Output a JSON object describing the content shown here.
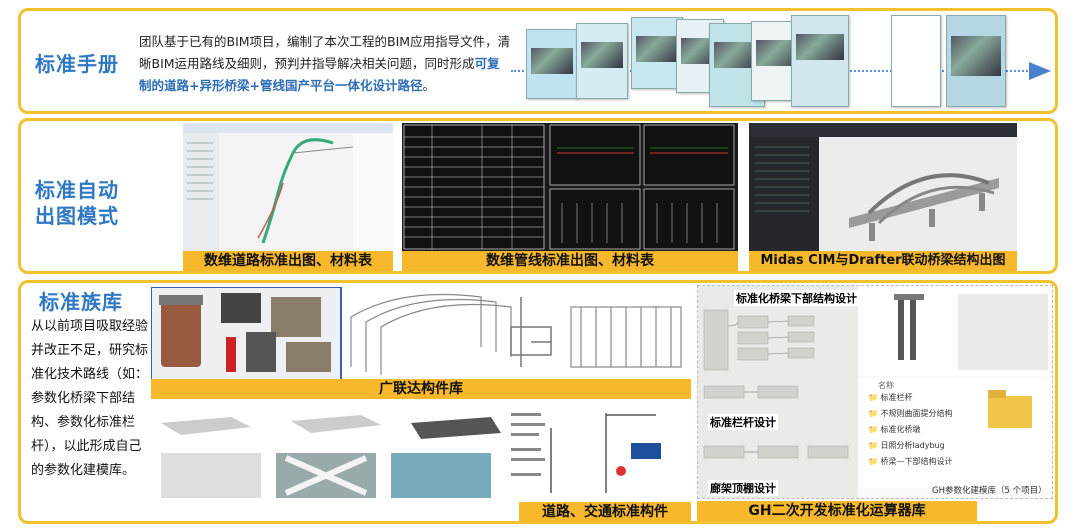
{
  "section1": {
    "title": "标准手册",
    "intro_plain": "团队基于已有的BIM项目，编制了本次工程的BIM应用指导文件，清晰BIM运用路线及细则，预判并指导解决相关问题，同时形成",
    "intro_highlight": "可复制的道路+异形桥梁+管线国产平台一体化设计路径",
    "intro_end": "。"
  },
  "section2": {
    "title_line1": "标准自动",
    "title_line2": "出图模式",
    "captions": [
      "数维道路标准出图、材料表",
      "数维管线标准出图、材料表",
      "Midas CIM与Drafter联动桥梁结构出图"
    ]
  },
  "section3": {
    "title": "标准族库",
    "desc": "从以前项目吸取经验并改正不足，研究标准化技术路线（如：参数化桥梁下部结构、参数化标准栏杆），以此形成自己的参数化建模库。",
    "captions": {
      "glda": "广联达构件库",
      "road": "道路、交通标准构件",
      "gh": "GH二次开发标准化运算器库"
    },
    "gh_labels": {
      "bridge_sub": "标准化桥梁下部结构设计",
      "railing": "标准栏杆设计",
      "corridor": "廊架顶棚设计",
      "lib_caption": "GH参数化建模库（5 个项目）",
      "folder_header": "名称",
      "folder_items": [
        "标准栏杆",
        "不规则曲面提分结构",
        "标准化桥墩",
        "日照分析ladybug",
        "桥梁—下部结构设计"
      ]
    }
  },
  "colors": {
    "frame": "#f2c12e",
    "title_blue": "#2f78c4",
    "caption_bg": "#f7b82b",
    "highlight_blue": "#2d6db5"
  }
}
